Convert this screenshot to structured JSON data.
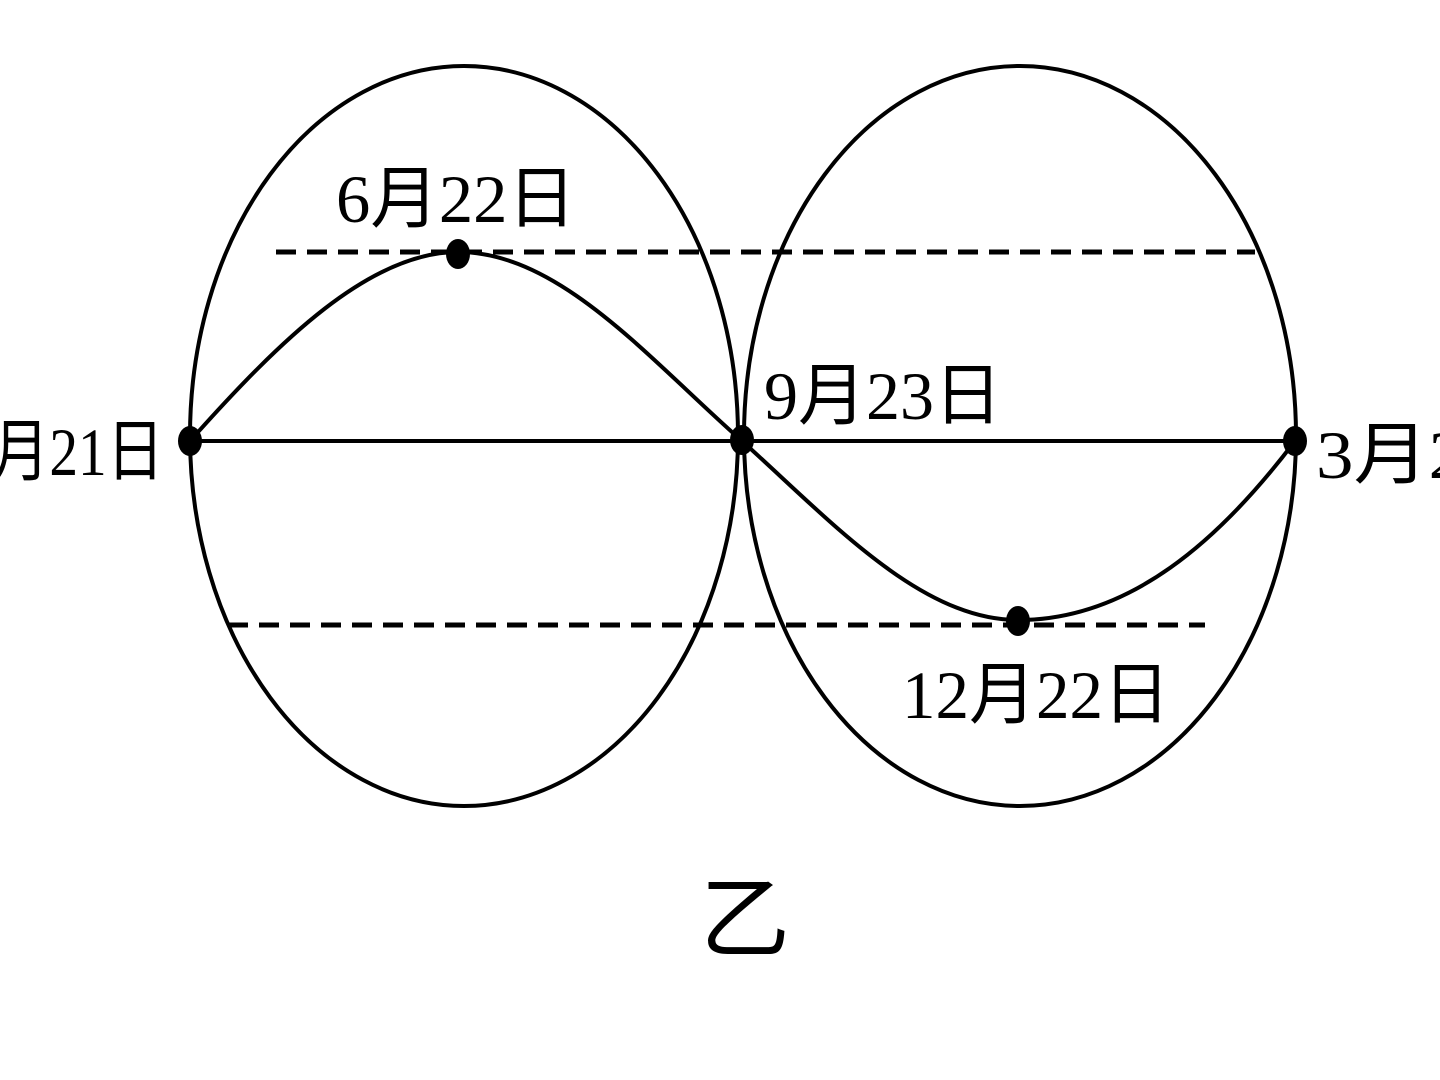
{
  "diagram": {
    "caption": "乙",
    "labels": {
      "summer_solstice": "6月22日",
      "autumn_equinox": "9月23日",
      "winter_solstice": "12月22日",
      "left_equinox_partial": "月21日",
      "right_equinox_partial": "3月2"
    },
    "colors": {
      "stroke": "#000000",
      "background": "#ffffff"
    }
  }
}
